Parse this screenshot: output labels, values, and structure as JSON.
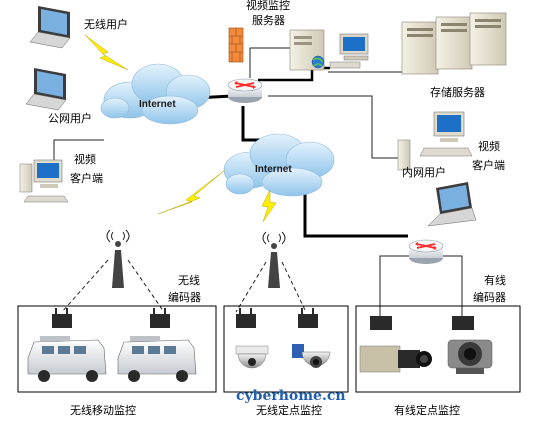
{
  "clouds": {
    "upper": "Internet",
    "lower": "Internet"
  },
  "labels": {
    "wireless_user": "无线用户",
    "public_user": "公网用户",
    "video_client_left_1": "视频",
    "video_client_left_2": "客户端",
    "monitor_server_1": "视频监控",
    "monitor_server_2": "服务器",
    "storage_server": "存储服务器",
    "intranet_user": "内网用户",
    "video_client_right_1": "视频",
    "video_client_right_2": "客户端",
    "wireless_encoder_1": "无线",
    "wireless_encoder_2": "编码器",
    "wired_encoder_1": "有线",
    "wired_encoder_2": "编码器",
    "group_mobile": "无线移动监控",
    "group_wireless_fixed": "无线定点监控",
    "group_wired_fixed": "有线定点监控",
    "watermark": "cyberhome.cn"
  },
  "colors": {
    "cloud_fill": "#b9dcf4",
    "lightning": "#ffee00",
    "router": "#ff2a2a",
    "firewall": "#f28a3c",
    "thick_link": "#000000",
    "thin_link": "#333333"
  }
}
